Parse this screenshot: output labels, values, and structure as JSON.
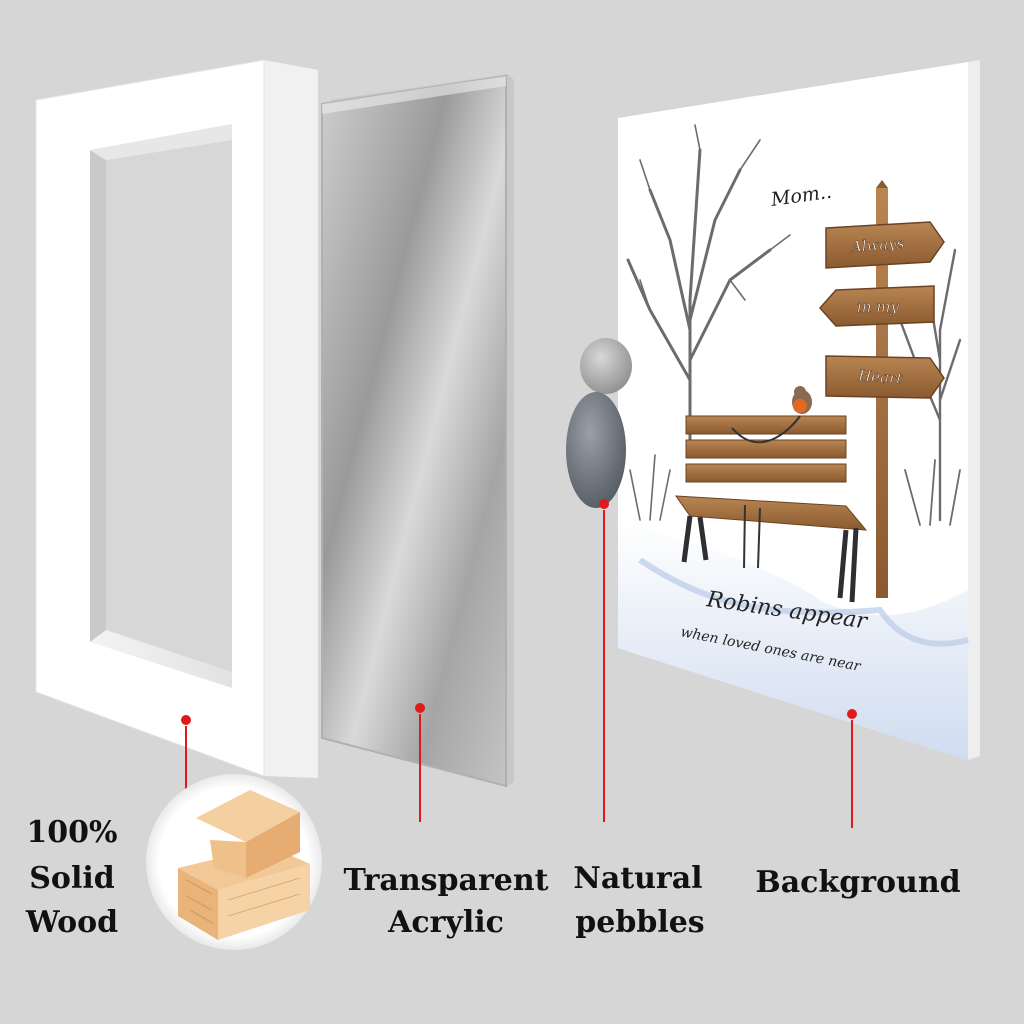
{
  "colors": {
    "background": "#d6d6d6",
    "frame": "#ffffff",
    "acrylic": "#bdbdbd",
    "marker": "#e01a1a",
    "wood": "#a87444",
    "snow": "#dbe6f5"
  },
  "artwork": {
    "title": "Mom..",
    "signs": [
      "Always",
      "in my",
      "Heart"
    ],
    "quote_line1": "Robins appear",
    "quote_line2": "when loved ones are near"
  },
  "labels": {
    "wood": [
      "100%",
      "Solid",
      "Wood"
    ],
    "acrylic": [
      "Transparent",
      "Acrylic"
    ],
    "pebbles": [
      "Natural",
      "pebbles"
    ],
    "background": "Background"
  },
  "icons": [
    "wood-joint-icon",
    "pebble-icon",
    "robin-icon",
    "bench-icon",
    "signpost-icon",
    "tree-icon"
  ]
}
